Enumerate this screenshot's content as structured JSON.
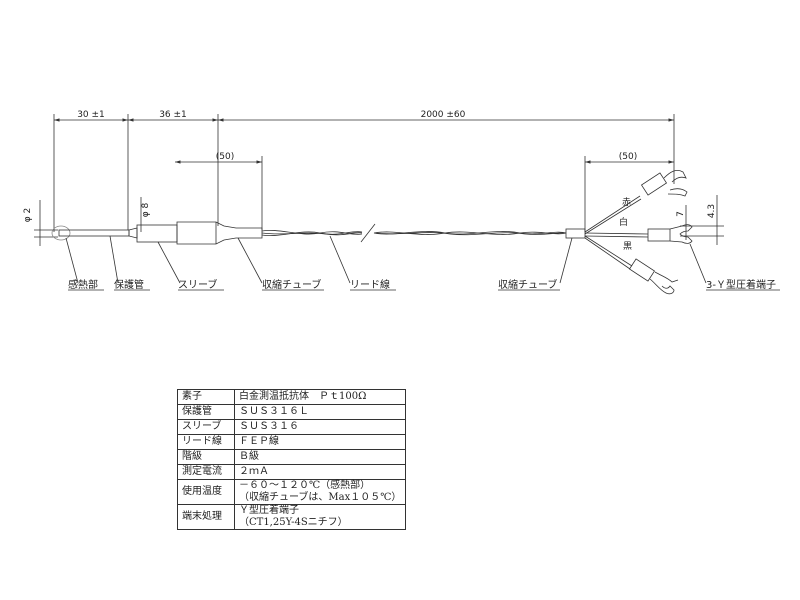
{
  "dimensions": {
    "sensor_length": "30 ±1",
    "sleeve_length": "36 ±1",
    "lead_length": "2000 ±60",
    "heat_shrink_left": "(50)",
    "heat_shrink_right": "(50)",
    "diameter_tip": "φ 2",
    "diameter_sleeve": "φ 8",
    "terminal_width": "7",
    "terminal_slot": "4.3"
  },
  "wire_colors": {
    "red": "赤",
    "white": "白",
    "black": "黒"
  },
  "part_labels": {
    "sensing_part": "感熱部",
    "protection_tube": "保護管",
    "sleeve": "スリーブ",
    "shrink_tube_left": "収縮チューブ",
    "lead_wire": "リード線",
    "shrink_tube_right": "収縮チューブ",
    "terminal": "3-Ｙ型圧着端子"
  },
  "spec_table": [
    {
      "key": "素子",
      "value": "白金測温抵抗体　Ｐｔ100Ω"
    },
    {
      "key": "保護管",
      "value": "ＳＵＳ３１６Ｌ"
    },
    {
      "key": "スリーブ",
      "value": "ＳＵＳ３１６"
    },
    {
      "key": "リード線",
      "value": "ＦＥＰ線"
    },
    {
      "key": "階級",
      "value": "Ｂ級"
    },
    {
      "key": "測定電流",
      "value": "２ｍＡ"
    },
    {
      "key": "使用温度",
      "value": "－６０～１２０℃（感熱部）",
      "value2": "（収縮チューブは、Max１０５℃）"
    },
    {
      "key": "端末処理",
      "value": "Ｙ型圧着端子",
      "value2": "（CT1,25Y-4Sニチフ）"
    }
  ]
}
